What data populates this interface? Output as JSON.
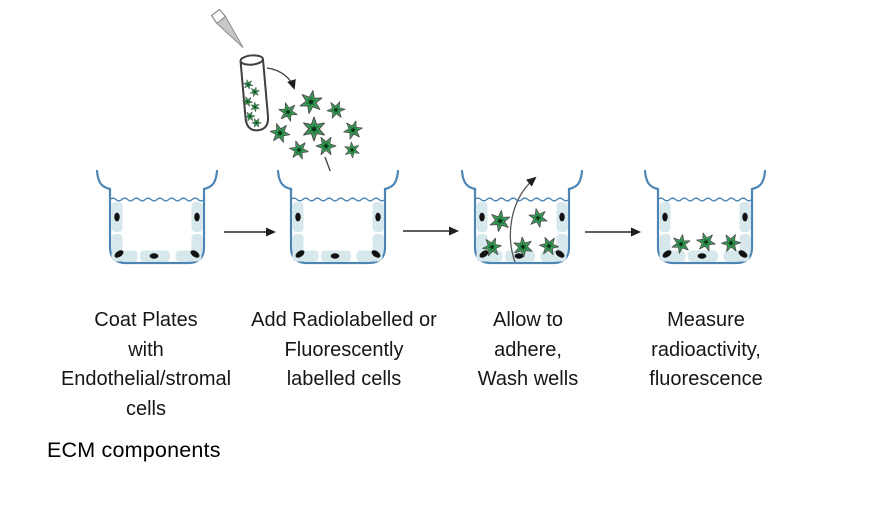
{
  "diagram": {
    "steps": [
      {
        "id": "coat-plates",
        "label_lines": [
          "Coat Plates",
          "with",
          "Endothelial/stromal",
          "cells"
        ]
      },
      {
        "id": "add-cells",
        "label_lines": [
          "Add Radiolabelled or",
          "Fluorescently",
          "labelled cells"
        ]
      },
      {
        "id": "adhere-wash",
        "label_lines": [
          "Allow to",
          "adhere,",
          "Wash wells"
        ]
      },
      {
        "id": "measure",
        "label_lines": [
          "Measure",
          "radioactivity,",
          "fluorescence"
        ]
      }
    ],
    "footer_label": "ECM components",
    "icons": {
      "pipette": "pipette-icon",
      "test_tube": "test-tube-icon",
      "labelled_cell": "green-star-cell-icon",
      "well": "culture-well-icon",
      "flow_arrow": "right-arrow-icon",
      "pour_arrow": "curved-arrow-icon",
      "wash_arrow": "curved-up-arrow-icon"
    },
    "depicted_counts": {
      "wells": 4,
      "cells_in_tube": 6,
      "cells_in_cluster": 9,
      "cells_in_well_3": 5,
      "cells_adhered_well_4": 3,
      "lining_nuclei_per_well": 5
    },
    "colors": {
      "well_outline": "#4d86b5",
      "well_lining": "#d7e8ec",
      "cell_green": "#3da35a",
      "cell_green_dark": "#1e7a3c",
      "nucleus_black": "#111111",
      "arrow_dark": "#2a2a2a",
      "tube_outline": "#3f3f3f",
      "pipette_gray": "#c7c7c7"
    }
  }
}
